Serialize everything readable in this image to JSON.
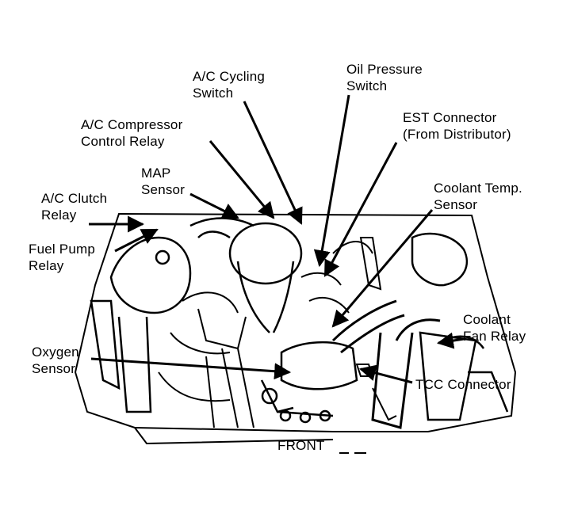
{
  "labels": {
    "ac_cycling_switch": [
      "A/C Cycling",
      "Switch"
    ],
    "oil_pressure_switch": [
      "Oil Pressure",
      "Switch"
    ],
    "ac_compressor_control_relay": [
      "A/C Compressor",
      "Control Relay"
    ],
    "est_connector": [
      "EST Connector",
      "(From Distributor)"
    ],
    "map_sensor": [
      "MAP",
      "Sensor"
    ],
    "coolant_temp_sensor": [
      "Coolant Temp.",
      "Sensor"
    ],
    "ac_clutch_relay": [
      "A/C Clutch",
      "Relay"
    ],
    "fuel_pump_relay": [
      "Fuel Pump",
      "Relay"
    ],
    "coolant_fan_relay": [
      "Coolant",
      "Fan Relay"
    ],
    "oxygen_sensor": [
      "Oxygen",
      "Sensor"
    ],
    "tcc_connector": [
      "TCC Connector"
    ],
    "front": [
      "FRONT"
    ]
  }
}
